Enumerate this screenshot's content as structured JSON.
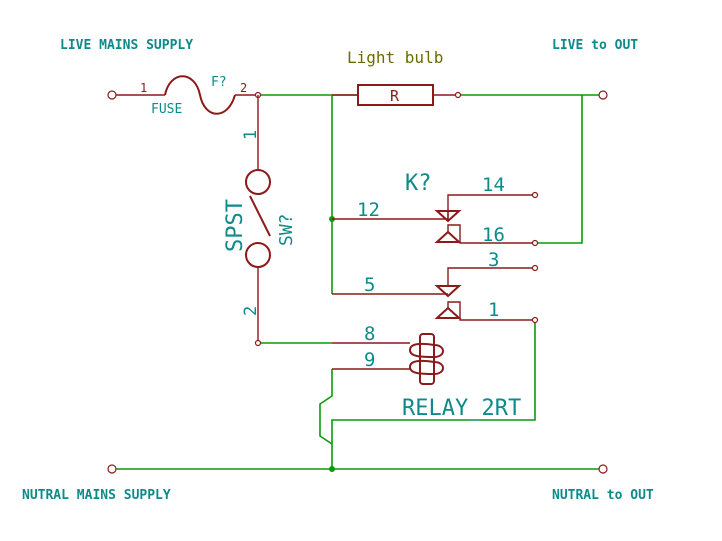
{
  "labels": {
    "live_supply": "LIVE MAINS SUPPLY",
    "live_out": "LIVE to OUT",
    "neutral_supply": "NUTRAL MAINS SUPPLY",
    "neutral_out": "NUTRAL to OUT"
  },
  "fuse": {
    "ref": "F?",
    "value": "FUSE",
    "pin1": "1",
    "pin2": "2"
  },
  "bulb": {
    "value": "Light bulb",
    "ref": "R"
  },
  "switch": {
    "ref": "SW?",
    "value": "SPST",
    "pin1": "1",
    "pin2": "2"
  },
  "relay": {
    "ref": "K?",
    "value": "RELAY_2RT",
    "pins": {
      "p12": "12",
      "p14": "14",
      "p16": "16",
      "p5": "5",
      "p3": "3",
      "p1": "1",
      "p8": "8",
      "p9": "9"
    }
  },
  "colors": {
    "wire": "#0a9a0a",
    "component": "#8b1a1a",
    "label": "#0f8a8a",
    "value_text": "#6b6b00"
  }
}
